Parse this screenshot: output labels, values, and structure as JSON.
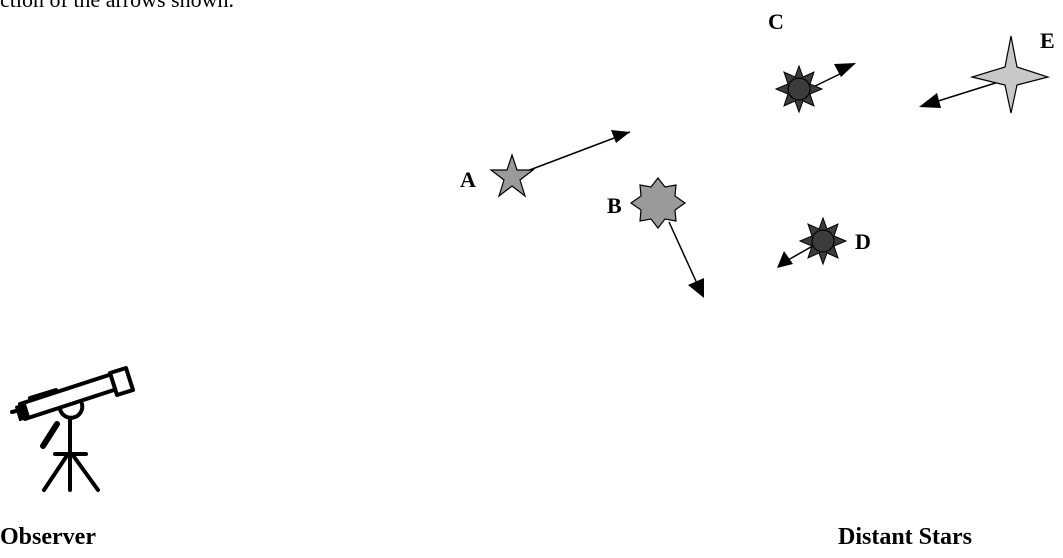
{
  "instruction_fragment": "ction of the arrows shown.",
  "stars": {
    "A": {
      "label": "A",
      "color": "#9a9a9a",
      "shape": "five-point-star"
    },
    "B": {
      "label": "B",
      "color": "#9a9a9a",
      "shape": "eight-point-star"
    },
    "C": {
      "label": "C",
      "color": "#3c3c3c",
      "shape": "sun"
    },
    "D": {
      "label": "D",
      "color": "#3c3c3c",
      "shape": "sun"
    },
    "E": {
      "label": "E",
      "color": "#c8c8c8",
      "shape": "four-point-star"
    }
  },
  "captions": {
    "observer": "Observer",
    "distant_stars": "Distant Stars"
  },
  "icons": {
    "observer": "telescope-icon"
  }
}
